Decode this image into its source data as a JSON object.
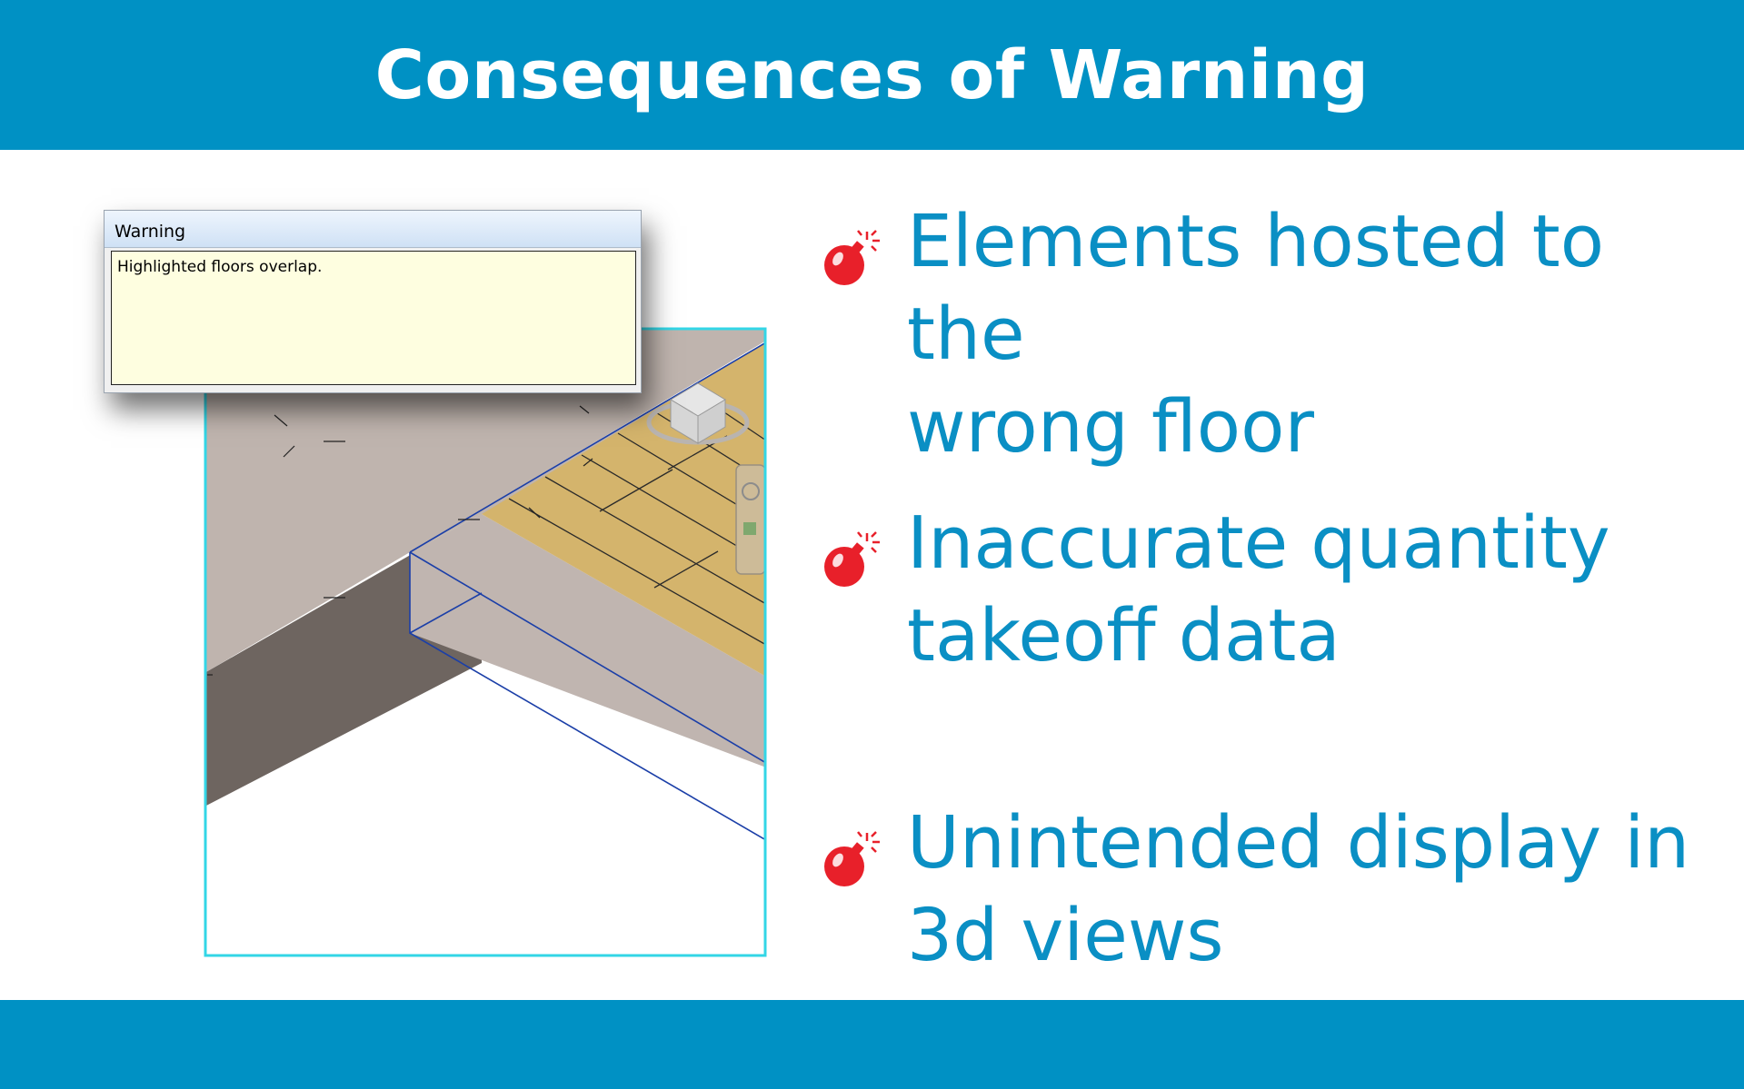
{
  "slide": {
    "title": "Consequences of Warning"
  },
  "warning_dialog": {
    "title": "Warning",
    "message": "Highlighted floors overlap."
  },
  "bullets": [
    {
      "line1": "Elements hosted to the",
      "line2": "wrong floor"
    },
    {
      "line1": "Inaccurate quantity",
      "line2": "takeoff data"
    },
    {
      "line1": "Unintended display in",
      "line2": "3d views"
    }
  ],
  "colors": {
    "banner": "#0091c4",
    "bullet_text": "#0a8fc4",
    "bullet_icon": "#e8202a",
    "highlight_border": "#33d6e6",
    "floor_top": "#bfb4ae",
    "wood": "#d4b46c",
    "dialog_body": "#fefee0"
  },
  "icons": {
    "bullet": "bomb-icon",
    "view_cube": "view-cube-icon",
    "nav_bar": "navigation-bar-icon"
  }
}
